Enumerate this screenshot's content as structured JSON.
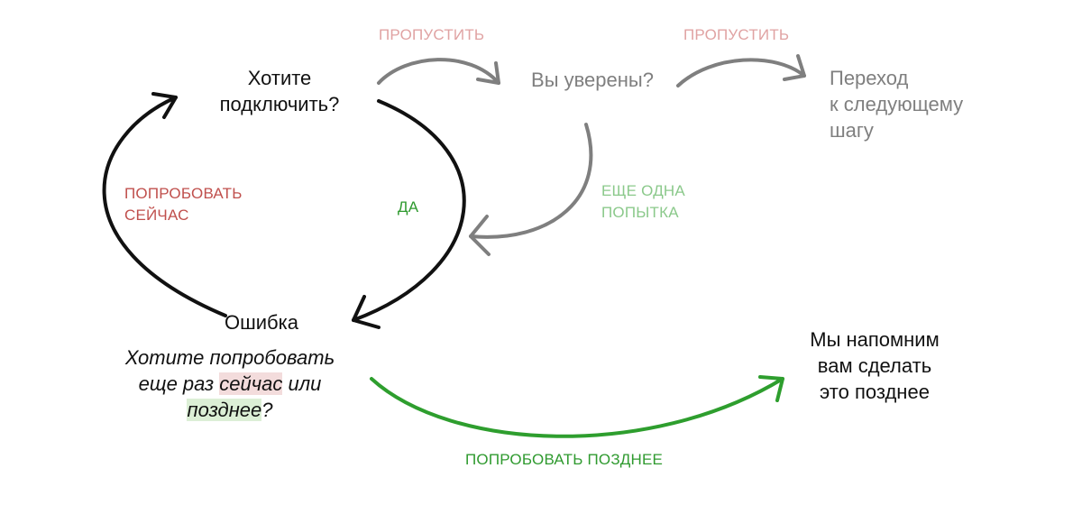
{
  "colors": {
    "black": "#111111",
    "gray": "#7f7f7f",
    "red_label": "#c0504d",
    "pink_label": "#e0a3a3",
    "green_strong": "#2e9e2e",
    "green_light": "#8bc98b",
    "green_text": "#2f9a2f"
  },
  "nodes": {
    "connect": {
      "lines": [
        "Хотите",
        "подключить?"
      ]
    },
    "sure": {
      "text": "Вы уверены?"
    },
    "next": {
      "lines": [
        "Переход",
        "к следующему",
        "шагу"
      ]
    },
    "error": {
      "text": "Ошибка"
    },
    "remind": {
      "lines": [
        "Мы напомним",
        "вам сделать",
        "это позднее"
      ]
    }
  },
  "question": {
    "line1": "Хотите попробовать",
    "line2_prefix": "еще раз ",
    "word_now": "сейчас",
    "line2_suffix": " или",
    "word_later": "позднее",
    "line3_suffix": "?"
  },
  "edges": {
    "skip1": "ПРОПУСТИТЬ",
    "skip2": "ПРОПУСТИТЬ",
    "retry": [
      "ЕЩЕ ОДНА",
      "ПОПЫТКА"
    ],
    "yes": "ДА",
    "try_now": [
      "ПОПРОБОВАТЬ",
      "СЕЙЧАС"
    ],
    "try_later": "ПОПРОБОВАТЬ ПОЗДНЕЕ"
  }
}
